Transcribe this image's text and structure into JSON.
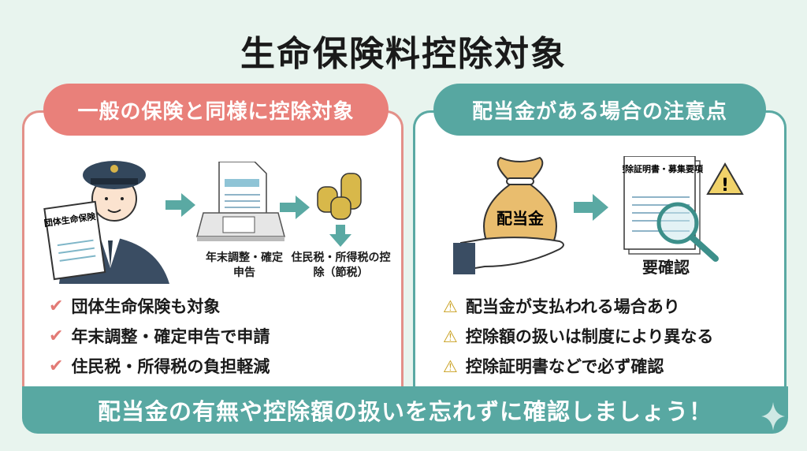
{
  "title": "生命保険料控除対象",
  "left": {
    "header": "一般の保険と同様に控除対象",
    "doc_label": "団体生命保険",
    "step2": "年末調整・確定申告",
    "step3": "住民税・所得税の控除（節税）",
    "items": [
      "団体生命保険も対象",
      "年末調整・確定申告で申請",
      "住民税・所得税の負担軽減"
    ]
  },
  "right": {
    "header": "配当金がある場合の注意点",
    "bag_label": "配当金",
    "doc_label": "控除証明書・募集要項",
    "check_label": "要確認",
    "items": [
      "配当金が支払われる場合あり",
      "控除額の扱いは制度により異なる",
      "控除証明書などで必ず確認"
    ]
  },
  "banner": "配当金の有無や控除額の扱いを忘れずに確認しましょう！",
  "colors": {
    "pink": "#e9807a",
    "teal": "#57a7a1",
    "background": "#e8f4ee"
  }
}
